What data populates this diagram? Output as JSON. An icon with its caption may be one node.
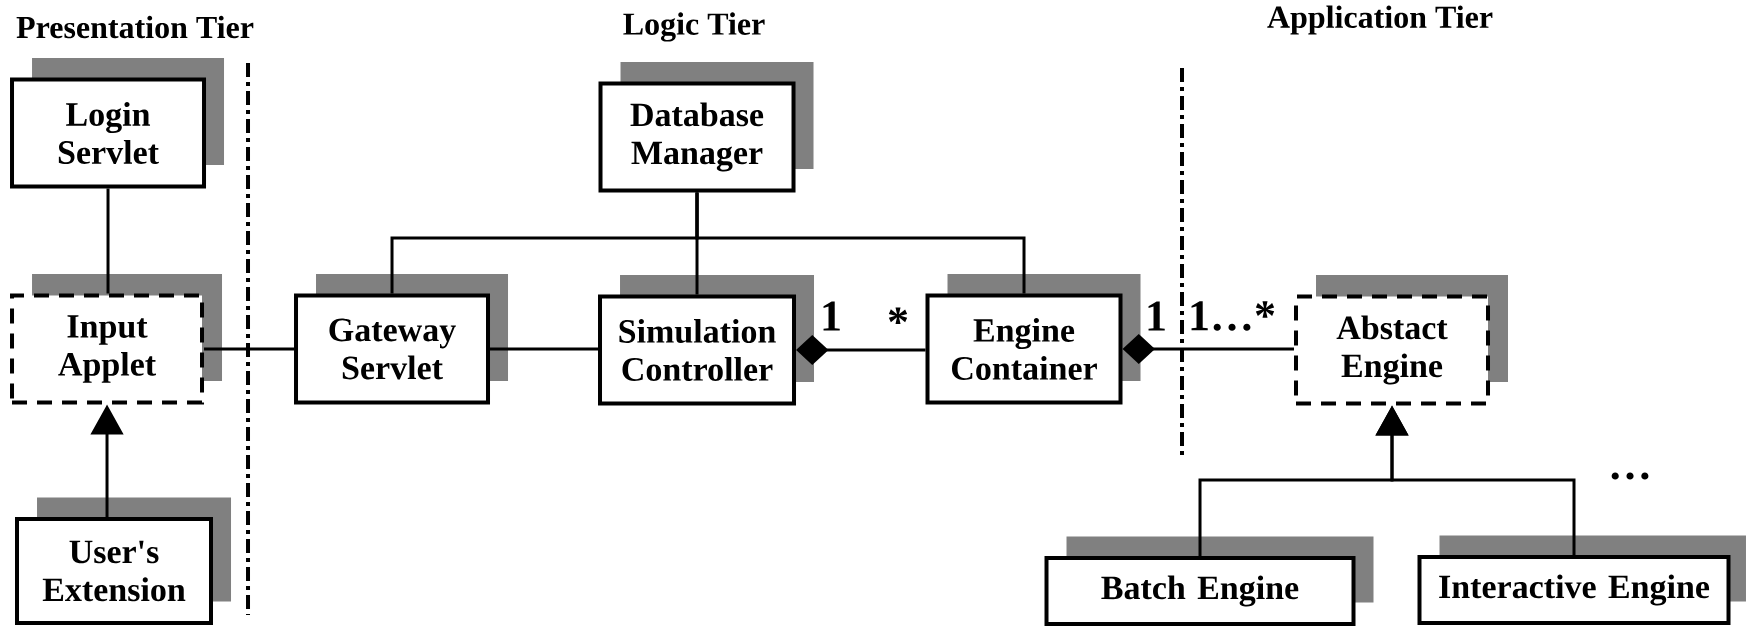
{
  "diagram": {
    "nodes": [
      {
        "text": [
          "Login Servlet"
        ]
      },
      {
        "text": [
          "Input Applet"
        ]
      },
      {
        "text": [
          "User's Extension"
        ]
      },
      {
        "text": [
          "Gateway Servlet"
        ]
      },
      {
        "text": [
          "Database Manager"
        ]
      },
      {
        "text": [
          "Simulation Controller"
        ]
      },
      {
        "text": [
          "Engine Container"
        ]
      },
      {
        "text": [
          "Abstact Engine"
        ]
      },
      {
        "text": [
          "Batch Engine"
        ]
      },
      {
        "text": [
          "Interactive Engine"
        ]
      }
    ],
    "edges": [
      {
        "from": 0,
        "to": 1,
        "arrow": "none"
      },
      {
        "from": 2,
        "to": 1,
        "arrow": "to"
      },
      {
        "from": 1,
        "to": 3,
        "arrow": "none"
      },
      {
        "from": 3,
        "to": 5,
        "arrow": "none"
      },
      {
        "from": 4,
        "to": 3,
        "arrow": "none"
      },
      {
        "from": 4,
        "to": 5,
        "arrow": "none"
      },
      {
        "from": 4,
        "to": 6,
        "arrow": "none"
      },
      {
        "from": 5,
        "to": 6,
        "arrow": "other"
      },
      {
        "from": 6,
        "to": 7,
        "arrow": "other"
      },
      {
        "from": 8,
        "to": 7,
        "arrow": "to"
      },
      {
        "from": 9,
        "to": 7,
        "arrow": "to"
      }
    ],
    "labels": [
      "Presentation Tier",
      "Logic Tier",
      "Application Tier",
      "1",
      "*",
      "1",
      "1…*",
      "…"
    ]
  }
}
